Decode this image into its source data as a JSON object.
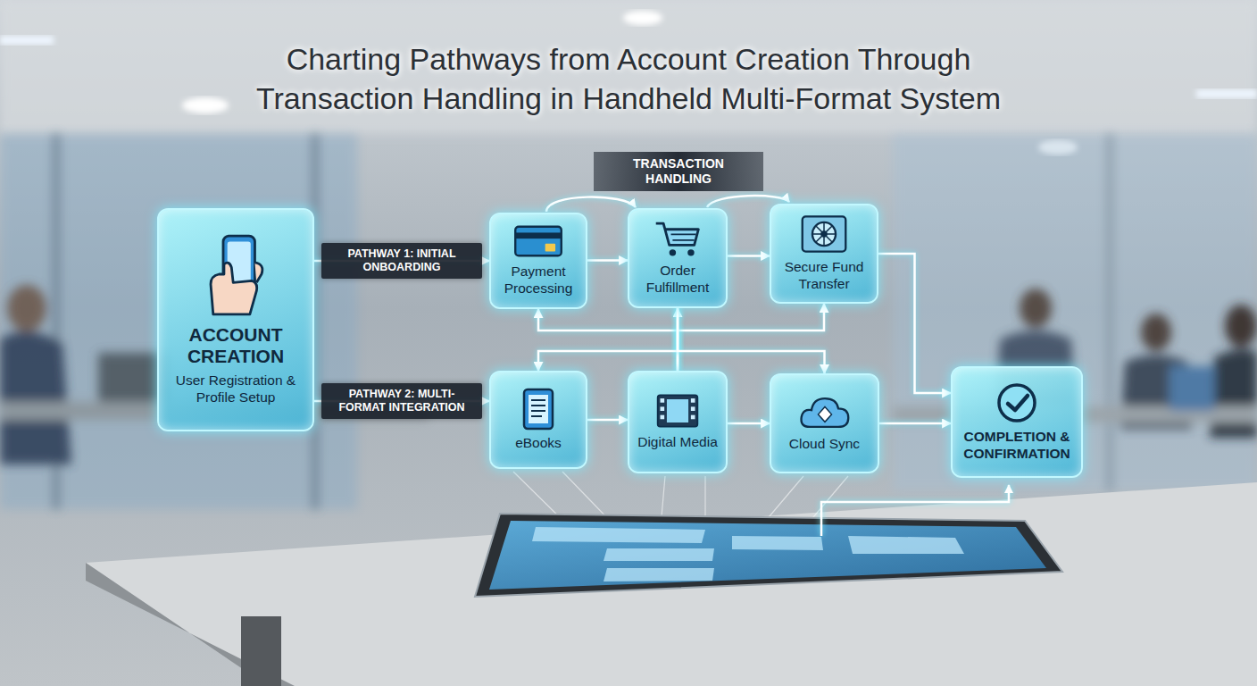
{
  "diagram": {
    "title": "Charting Pathways from Account Creation Through Transaction Handling in Handheld Multi-Format System",
    "nodes": [
      {
        "text": [
          "ACCOUNT CREATION",
          "User Registration & Profile Setup"
        ]
      },
      {
        "text": [
          "Payment Processing"
        ]
      },
      {
        "text": [
          "Order Fulfillment"
        ]
      },
      {
        "text": [
          "Secure Fund Transfer"
        ]
      },
      {
        "text": [
          "eBooks"
        ]
      },
      {
        "text": [
          "Digital Media"
        ]
      },
      {
        "text": [
          "Cloud Sync"
        ]
      },
      {
        "text": [
          "COMPLETION & CONFIRMATION"
        ]
      }
    ],
    "edges": [
      {
        "from": 0,
        "to": 1,
        "label": "PATHWAY 1: INITIAL ONBOARDING",
        "arrow": "to"
      },
      {
        "from": 0,
        "to": 4,
        "label": "PATHWAY 2: MULTI-FORMAT INTEGRATION",
        "arrow": "to"
      },
      {
        "from": 1,
        "to": 2,
        "arrow": "to"
      },
      {
        "from": 2,
        "to": 3,
        "arrow": "to"
      },
      {
        "from": 4,
        "to": 5,
        "arrow": "to"
      },
      {
        "from": 5,
        "to": 6,
        "arrow": "to"
      },
      {
        "from": 3,
        "to": 7,
        "arrow": "to"
      },
      {
        "from": 6,
        "to": 7,
        "arrow": "to"
      },
      {
        "from": 5,
        "to": 1,
        "arrow": "to"
      },
      {
        "from": 5,
        "to": 2,
        "arrow": "to"
      },
      {
        "from": 5,
        "to": 3,
        "arrow": "to"
      },
      {
        "from": 2,
        "to": 4,
        "arrow": "to"
      },
      {
        "from": 2,
        "to": 6,
        "arrow": "to"
      }
    ],
    "labels": [
      "TRANSACTION HANDLING"
    ]
  }
}
